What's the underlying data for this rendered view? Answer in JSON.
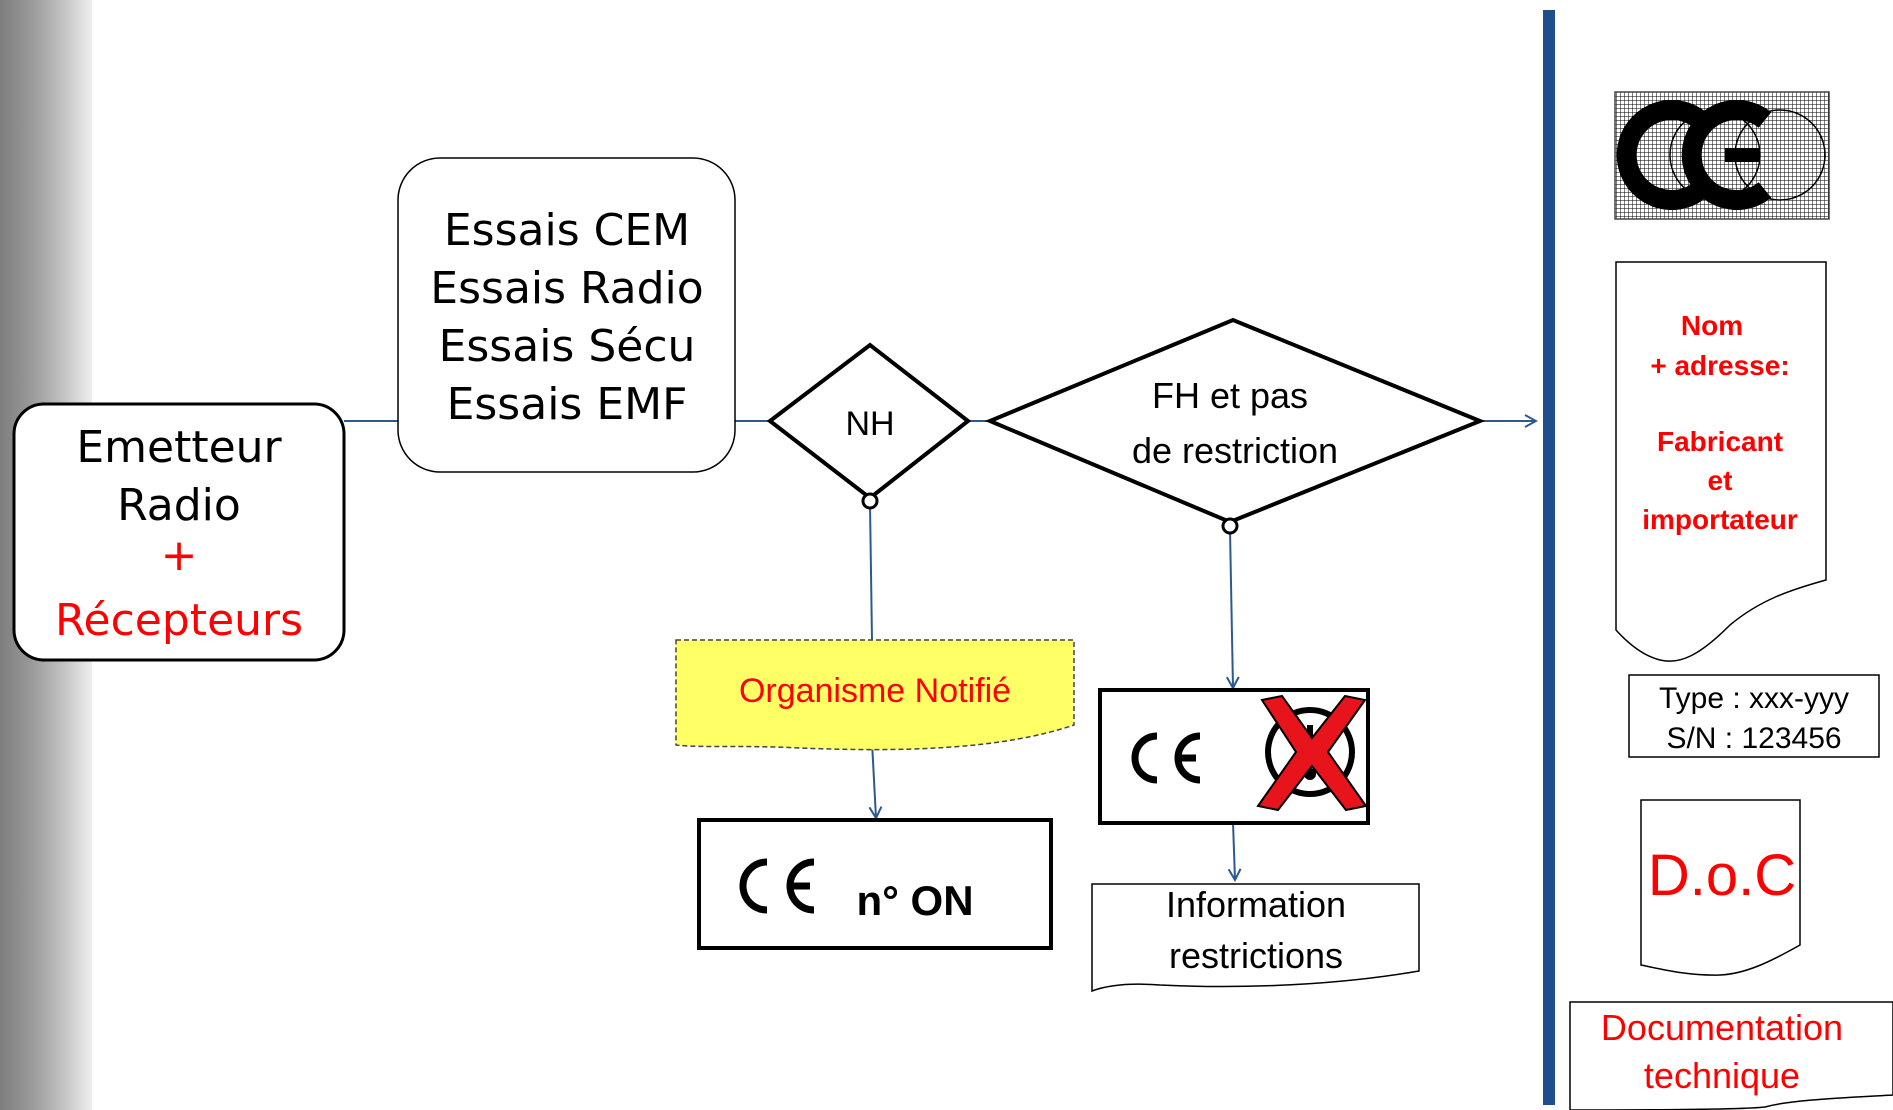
{
  "diagram": {
    "emitter": {
      "line1": "Emetteur",
      "line2": "Radio",
      "plus": "+",
      "line3": "Récepteurs"
    },
    "tests": {
      "line1": "Essais CEM",
      "line2": "Essais Radio",
      "line3": "Essais Sécu",
      "line4": "Essais EMF"
    },
    "decision_nh": {
      "label": "NH"
    },
    "decision_fh": {
      "line1": "FH et pas",
      "line2": "de restriction"
    },
    "notified_body": {
      "label": "Organisme Notifié"
    },
    "ce_on_marking": {
      "ce": "CE",
      "label": "n° ON"
    },
    "ce_alert_marking": {
      "ce": "CE"
    },
    "restriction_info": {
      "line1": "Information",
      "line2": "restrictions"
    },
    "panel": {
      "ce_logo": {
        "ce": "CE"
      },
      "name_address": {
        "line1": "Nom",
        "line2": "+ adresse:",
        "line3": "Fabricant",
        "line4": "et",
        "line5": "importateur"
      },
      "type_plate": {
        "line1": "Type : xxx-yyy",
        "line2": "S/N : 123456"
      },
      "doc": {
        "label": "D.o.C"
      },
      "tech_doc": {
        "line1": "Documentation",
        "line2": "technique"
      }
    }
  },
  "colors": {
    "connector": "#2b5a8f",
    "divider": "#1f4e8c",
    "red_text": "#ff0000",
    "note_fill": "#ffff66",
    "cross": "#e8141c"
  },
  "icons": {
    "ce_mark": "ce-mark-icon",
    "alert_class": "alert-sign-icon",
    "cross": "red-cross-icon"
  }
}
